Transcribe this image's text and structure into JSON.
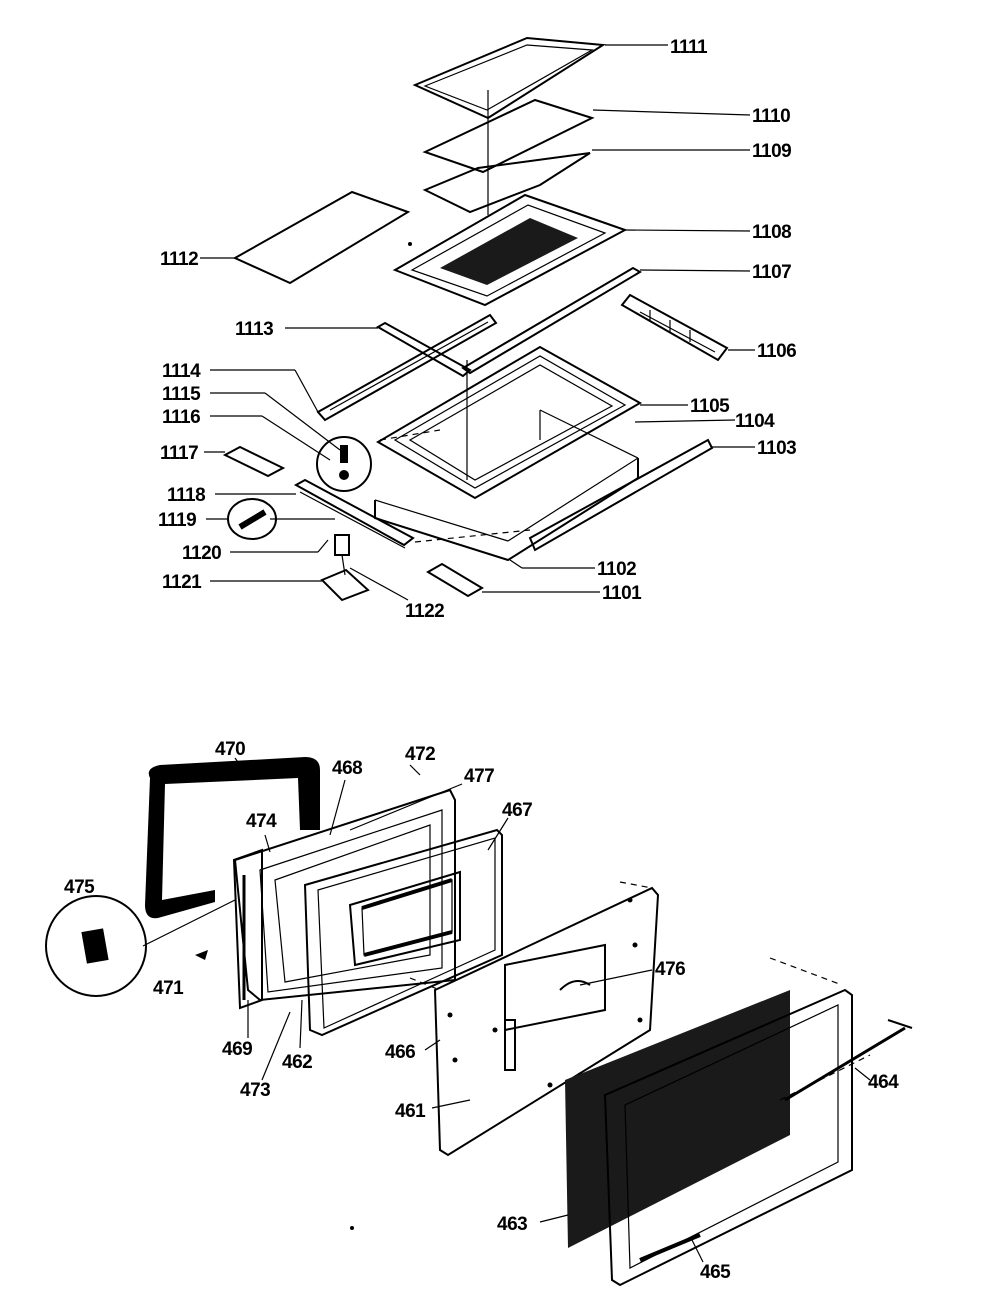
{
  "diagram": {
    "upper_assembly_labels": [
      "1111",
      "1110",
      "1109",
      "1108",
      "1107",
      "1106",
      "1105",
      "1104",
      "1103",
      "1102",
      "1101",
      "1112",
      "1113",
      "1114",
      "1115",
      "1116",
      "1117",
      "1118",
      "1119",
      "1120",
      "1121",
      "1122"
    ],
    "door_assembly_labels": [
      "470",
      "468",
      "472",
      "477",
      "474",
      "467",
      "475",
      "471",
      "469",
      "462",
      "473",
      "476",
      "466",
      "461",
      "464",
      "463",
      "465"
    ]
  },
  "labels": {
    "l1111": "1111",
    "l1110": "1110",
    "l1109": "1109",
    "l1108": "1108",
    "l1107": "1107",
    "l1106": "1106",
    "l1105": "1105",
    "l1104": "1104",
    "l1103": "1103",
    "l1102": "1102",
    "l1101": "1101",
    "l1112": "1112",
    "l1113": "1113",
    "l1114": "1114",
    "l1115": "1115",
    "l1116": "1116",
    "l1117": "1117",
    "l1118": "1118",
    "l1119": "1119",
    "l1120": "1120",
    "l1121": "1121",
    "l1122": "1122",
    "l470": "470",
    "l468": "468",
    "l472": "472",
    "l477": "477",
    "l474": "474",
    "l467": "467",
    "l475": "475",
    "l471": "471",
    "l469": "469",
    "l462": "462",
    "l473": "473",
    "l476": "476",
    "l466": "466",
    "l461": "461",
    "l464": "464",
    "l463": "463",
    "l465": "465"
  }
}
